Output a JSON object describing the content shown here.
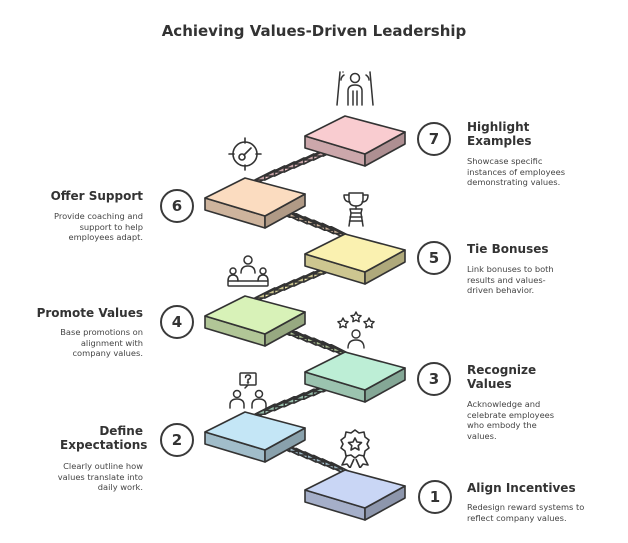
{
  "title": "Achieving Values-Driven Leadership",
  "steps": [
    {
      "number": "1",
      "title": "Align Incentives",
      "description": "Redesign reward systems to reflect company values.",
      "color": "#c9d6f5",
      "icon": "award-ribbon-icon"
    },
    {
      "number": "2",
      "title": "Define Expectations",
      "description": "Clearly outline how values translate into daily work.",
      "color": "#c4e6f6",
      "icon": "question-people-icon"
    },
    {
      "number": "3",
      "title": "Recognize Values",
      "description": "Acknowledge and celebrate employees who embody the values.",
      "color": "#bdeed6",
      "icon": "star-person-icon"
    },
    {
      "number": "4",
      "title": "Promote Values",
      "description": "Base promotions on alignment with company values.",
      "color": "#d8f2b8",
      "icon": "presentation-group-icon"
    },
    {
      "number": "5",
      "title": "Tie Bonuses",
      "description": "Link bonuses to both results and values-driven behavior.",
      "color": "#faf1b0",
      "icon": "trophy-icon"
    },
    {
      "number": "6",
      "title": "Offer Support",
      "description": "Provide coaching and support to help employees adapt.",
      "color": "#fbdcc0",
      "icon": "target-compass-icon"
    },
    {
      "number": "7",
      "title": "Highlight Examples",
      "description": "Showcase specific instances of employees demonstrating values.",
      "color": "#f9ccd0",
      "icon": "spotlight-person-icon"
    }
  ]
}
